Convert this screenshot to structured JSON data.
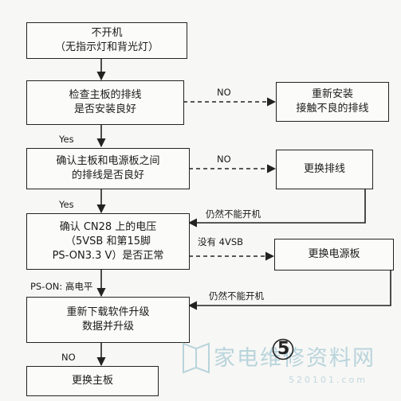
{
  "boxes": {
    "no_power": [
      "不开机",
      "（无指示灯和背光灯）"
    ],
    "check_cable": [
      "检查主板的排线",
      "是否安装良好"
    ],
    "reinstall": [
      "重新安装",
      "接触不良的排线"
    ],
    "confirm_cable": [
      "确认主板和电源板之间",
      "的排线是否良好"
    ],
    "replace_cable": [
      "更换排线"
    ],
    "confirm_voltage": [
      "确认 CN28 上的电压",
      "（5VSB 和第15脚",
      "PS-ON3.3 V）是否正常"
    ],
    "replace_power": [
      "更换电源板"
    ],
    "redownload": [
      "重新下载软件升级",
      "数据并升级"
    ],
    "replace_main": [
      "更换主板"
    ]
  },
  "labels": {
    "no1": "NO",
    "yes1": "Yes",
    "no2": "NO",
    "yes2": "Yes",
    "still_no_power_1": "仍然不能开机",
    "no_4vsb": "没有 4VSB",
    "ps_on_high": "PS-ON: 高电平",
    "still_no_power_2": "仍然不能开机",
    "no3": "NO"
  },
  "watermark": {
    "text": "家电维修资料网",
    "url": "520101.com",
    "page_number": "5"
  }
}
